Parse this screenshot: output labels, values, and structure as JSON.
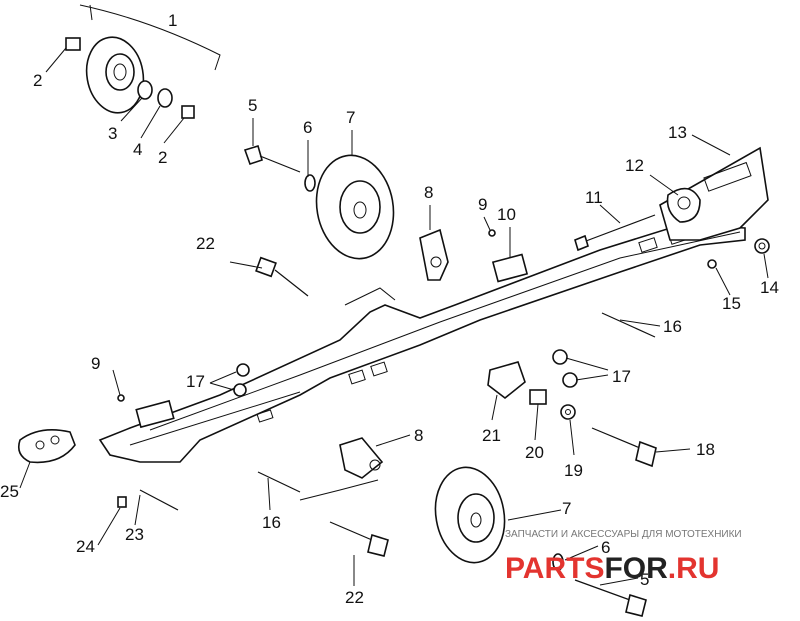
{
  "callouts": [
    "1",
    "2",
    "2",
    "3",
    "4",
    "5",
    "6",
    "7",
    "8",
    "9",
    "10",
    "11",
    "12",
    "13",
    "14",
    "15",
    "16",
    "17",
    "22",
    "9",
    "17",
    "21",
    "20",
    "19",
    "18",
    "8",
    "25",
    "16",
    "24",
    "23",
    "22",
    "7",
    "6",
    "5"
  ],
  "watermark": {
    "tagline": "ЗАПЧАСТИ И АКСЕССУАРЫ ДЛЯ МОТОТЕХНИКИ",
    "brand_red": "PARTS",
    "brand_black": "FOR",
    "brand_suffix": ".RU",
    "brand_color": "#e3342f"
  }
}
